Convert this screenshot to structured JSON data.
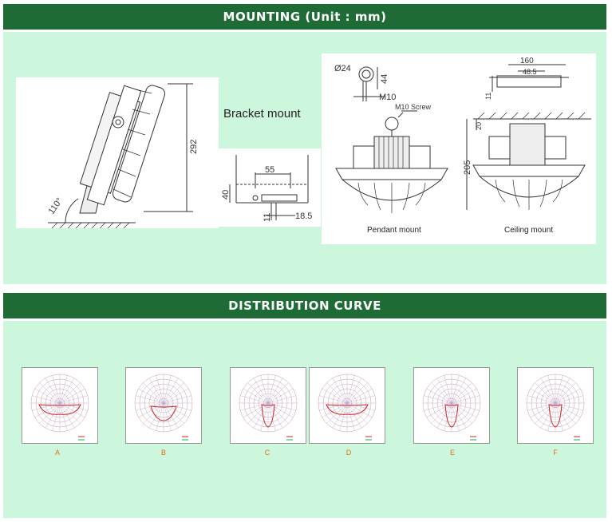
{
  "sections": {
    "mounting_title": "MOUNTING (Unit :   mm)",
    "distribution_title": "DISTRIBUTION CURVE"
  },
  "mounting": {
    "bracket_mount_label": "Bracket mount",
    "pendant_mount_label": "Pendant mount",
    "ceiling_mount_label": "Ceiling mount",
    "dims": {
      "height_292": "292",
      "angle_110": "110°",
      "bracket_55": "55",
      "bracket_40": "40",
      "bracket_11": "11",
      "bracket_18_5": "18.5",
      "pendant_d24": "Ø24",
      "pendant_44": "44",
      "pendant_m10": "M10",
      "pendant_screw": "M10 Screw",
      "ceiling_160": "160",
      "ceiling_48_5": "48.5",
      "ceiling_11": "11",
      "ceiling_20": "20",
      "ceiling_205": "205"
    }
  },
  "distribution": {
    "curves": [
      {
        "letter": "A",
        "shape": "wide"
      },
      {
        "letter": "B",
        "shape": "medium"
      },
      {
        "letter": "C",
        "shape": "narrow"
      },
      {
        "letter": "D",
        "shape": "wide"
      },
      {
        "letter": "E",
        "shape": "narrow"
      },
      {
        "letter": "F",
        "shape": "narrow"
      }
    ]
  },
  "colors": {
    "header_bg": "#1e6b36",
    "panel_bg": "#cdf7dc",
    "curve_red": "#cc2222",
    "curve_letter": "#e07020"
  }
}
